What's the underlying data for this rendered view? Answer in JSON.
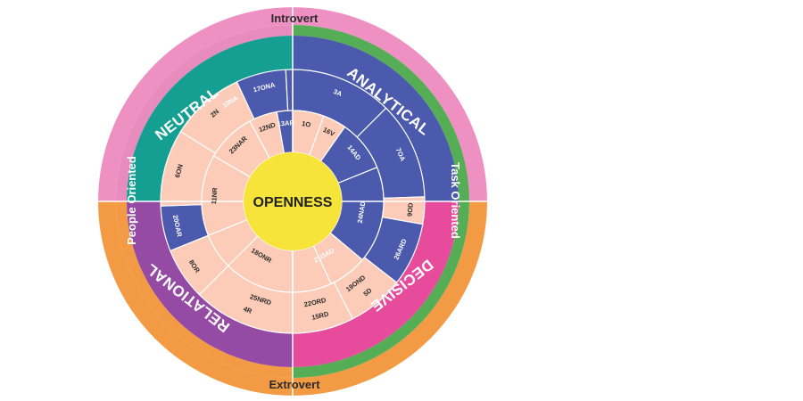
{
  "colors": {
    "introvert": "#ee90c2",
    "extrovert": "#f39a45",
    "people_oriented": "#e88bbd",
    "task_oriented": "#55ad55",
    "neutral": "#159f92",
    "analytical": "#4b5aac",
    "decisive": "#e74b9b",
    "relational": "#954aa4",
    "blue": "#4b5aac",
    "peach": "#fcccb8",
    "center": "#f7e43a",
    "grid": "#ffffff"
  },
  "outer_ring": {
    "top": "Introvert",
    "bottom": "Extrovert",
    "left": "People Oriented",
    "right": "Task Oriented"
  },
  "quadrants": {
    "neutral": "NEUTRAL",
    "analytical": "ANALYTICAL",
    "decisive": "DECISIVE",
    "relational": "RELATIONAL"
  },
  "center": {
    "label": "OPENNESS"
  },
  "outer_segments": [
    {
      "label": "3A",
      "from": 0,
      "to": 45,
      "fill": "blue"
    },
    {
      "label": "7OA",
      "from": 45,
      "to": 88,
      "fill": "blue"
    },
    {
      "label": "9OD",
      "from": 88,
      "to": 100,
      "fill": "peach"
    },
    {
      "label": "26ARD",
      "from": 100,
      "to": 128,
      "fill": "blue"
    },
    {
      "label": "5D",
      "from": 128,
      "to": 153,
      "fill": "peach"
    },
    {
      "label": "15RD",
      "from": 153,
      "to": 180,
      "fill": "peach"
    },
    {
      "label": "4R",
      "from": 180,
      "to": 225,
      "fill": "peach"
    },
    {
      "label": "8OR",
      "from": 225,
      "to": 248,
      "fill": "peach"
    },
    {
      "label": "20OAR",
      "from": 248,
      "to": 268,
      "fill": "blue"
    },
    {
      "label": "6ON",
      "from": 268,
      "to": 302,
      "fill": "peach"
    },
    {
      "label": "2N",
      "from": 302,
      "to": 335,
      "fill": "peach"
    },
    {
      "label": "10NA",
      "from": 335,
      "to": 357,
      "fill": "blue"
    },
    {
      "label": "17ONA",
      "from": 357,
      "to": 360,
      "fill": "blue"
    }
  ],
  "inner_segments": [
    {
      "label": "1O",
      "from": 0,
      "to": 20,
      "fill": "peach"
    },
    {
      "label": "16V",
      "from": 20,
      "to": 35,
      "fill": "peach"
    },
    {
      "label": "14AD",
      "from": 35,
      "to": 68,
      "fill": "blue"
    },
    {
      "label": "24NAD",
      "from": 68,
      "to": 130,
      "fill": "blue"
    },
    {
      "label": "21OAD",
      "from": 130,
      "to": 180,
      "fill": "blue"
    },
    {
      "label": "19OND",
      "from": 130,
      "to": 155,
      "fill": "peach"
    },
    {
      "label": "22ORD",
      "from": 155,
      "to": 180,
      "fill": "peach"
    },
    {
      "label": "18ONR",
      "from": 180,
      "to": 248,
      "fill": "peach"
    },
    {
      "label": "25NRD",
      "from": 180,
      "to": 225,
      "fill": "peach"
    },
    {
      "label": "11NR",
      "from": 248,
      "to": 300,
      "fill": "peach"
    },
    {
      "label": "23NAR",
      "from": 300,
      "to": 332,
      "fill": "peach"
    },
    {
      "label": "12ND",
      "from": 332,
      "to": 350,
      "fill": "peach"
    },
    {
      "label": "13AR",
      "from": 350,
      "to": 360,
      "fill": "blue"
    }
  ]
}
